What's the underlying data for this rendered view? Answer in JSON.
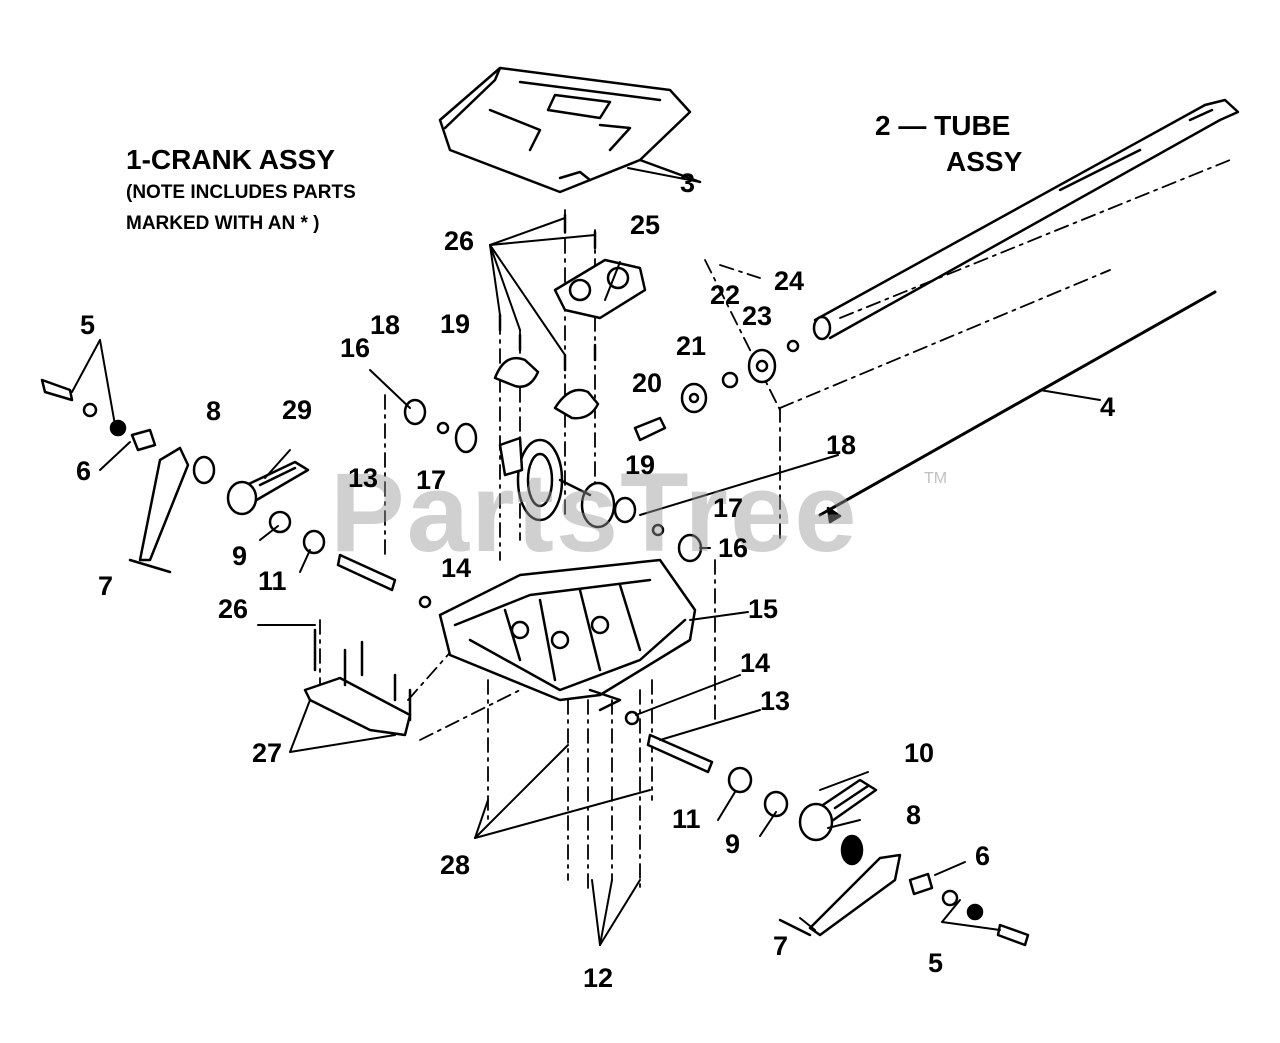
{
  "titles": {
    "crank_assy": "1-CRANK ASSY",
    "note_line1": "(NOTE INCLUDES PARTS",
    "note_line2": "MARKED WITH AN * )",
    "tube_line1": "2 — TUBE",
    "tube_line2": "ASSY"
  },
  "watermark": {
    "text": "PartsTree",
    "tm": "TM"
  },
  "callouts": [
    "3",
    "4",
    "5",
    "5",
    "6",
    "6",
    "7",
    "7",
    "8",
    "8",
    "9",
    "9",
    "10",
    "11",
    "11",
    "12",
    "13",
    "13",
    "14",
    "14",
    "15",
    "16",
    "16",
    "17",
    "17",
    "18",
    "18",
    "19",
    "19",
    "20",
    "21",
    "22",
    "23",
    "24",
    "25",
    "26",
    "26",
    "27",
    "28",
    "29"
  ],
  "colors": {
    "ink": "#000000",
    "watermark": "#969696"
  }
}
